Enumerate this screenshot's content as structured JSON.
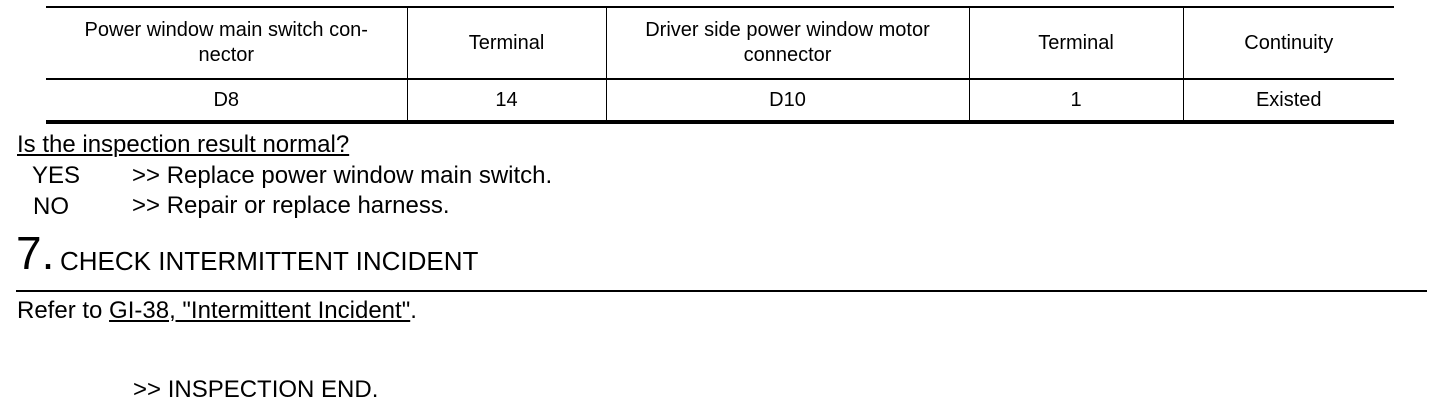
{
  "table": {
    "headers": [
      "Power window main switch con-nector",
      "Terminal",
      "Driver side power window motor connector",
      "Terminal",
      "Continuity"
    ],
    "rows": [
      [
        "D8",
        "14",
        "D10",
        "1",
        "Existed"
      ]
    ]
  },
  "question": "Is the inspection result normal?",
  "answers": [
    {
      "key": "YES",
      "text": ">> Replace power window main switch."
    },
    {
      "key": "NO",
      "text": ">> Repair or replace harness."
    }
  ],
  "step": {
    "number": "7.",
    "title": "CHECK INTERMITTENT INCIDENT"
  },
  "refer": {
    "prefix": "Refer to ",
    "link": "GI-38, \"Intermittent Incident\"",
    "suffix": "."
  },
  "end": ">> INSPECTION END."
}
